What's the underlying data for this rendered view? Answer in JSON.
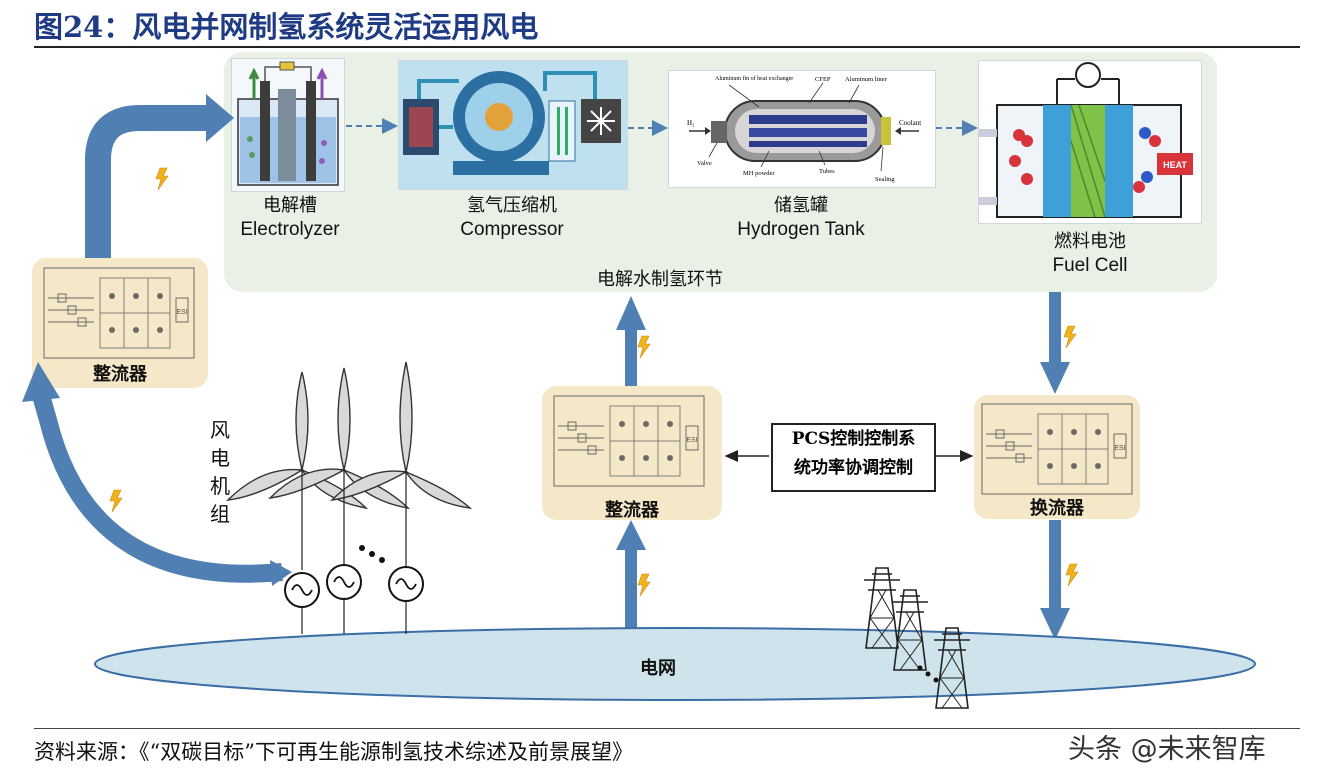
{
  "title": "图24：风电并网制氢系统灵活运用风电",
  "panel_label": "电解水制氢环节",
  "components": [
    {
      "zh": "电解槽",
      "en": "Electrolyzer"
    },
    {
      "zh": "氢气压缩机",
      "en": "Compressor"
    },
    {
      "zh": "储氢罐",
      "en": "Hydrogen Tank"
    },
    {
      "zh": "燃料电池",
      "en": "Fuel Cell"
    }
  ],
  "tank_labels": {
    "fins": "Aluminum fin of heat exchanger",
    "cfep": "CFEP",
    "liner": "Aluminum liner",
    "h2": "H₂",
    "coolant": "Coolant",
    "valve": "Valve",
    "mh_powder": "MH powder",
    "tubes": "Tubes",
    "sealing": "Sealing"
  },
  "fuel_cell_heat": "HEAT",
  "converters": {
    "left_rectifier": "整流器",
    "center_rectifier": "整流器",
    "inverter": "换流器"
  },
  "pcs_box": [
    "PCS控制控制系",
    "统功率协调控制"
  ],
  "wind_label": [
    "风",
    "电",
    "机",
    "组"
  ],
  "grid_label": "电网",
  "footer": "资料来源：《“双碳目标”下可再生能源制氢技术综述及前景展望》",
  "watermark": "头条 @未来智库",
  "colors": {
    "title": "#1f3b84",
    "panel": "#e9f0e6",
    "arrow": "#4f7fb3",
    "grid_fill": "#cfe3ec",
    "converter_box": "#f5e8c8",
    "lightning": "#f2b21b"
  }
}
